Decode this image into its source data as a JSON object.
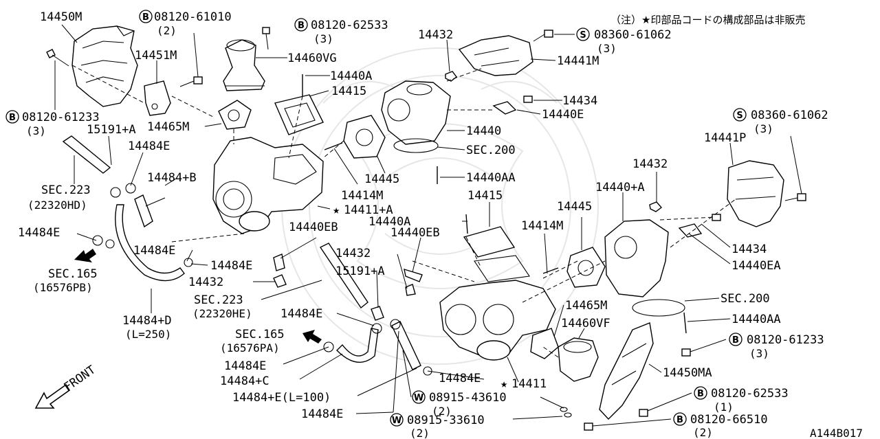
{
  "note": "（注）★印部品コードの構成部品は非販売",
  "diagram_code": "A144B017",
  "front_label": "FRONT",
  "labels": {
    "p14450M": "14450M",
    "p14451M": "14451M",
    "b08120_61010": "08120-61010",
    "b08120_61010_q": "(2)",
    "b08120_62533_top": "08120-62533",
    "b08120_62533_top_q": "(3)",
    "p14460VG": "14460VG",
    "p14440A_top": "14440A",
    "p14415_top": "14415",
    "p14432_top": "14432",
    "s08360_61062_top": "08360-61062",
    "s08360_61062_top_q": "(3)",
    "p14441M": "14441M",
    "p14434_top": "14434",
    "p14440E": "14440E",
    "b08120_61233_left": "08120-61233",
    "b08120_61233_left_q": "(3)",
    "p15191A_top": "15191+A",
    "p14465M_top": "14465M",
    "p14484E_a": "14484E",
    "p14440": "14440",
    "sec200_top": "SEC.200",
    "sec223_left": "SEC.223",
    "sec223_left_code": "(22320HD)",
    "p14484B": "14484+B",
    "p14445_top": "14445",
    "p14440AA_top": "14440AA",
    "p14414M_top": "14414M",
    "s08360_61062_right": "08360-61062",
    "s08360_61062_right_q": "(3)",
    "p14441P": "14441P",
    "p14432_right": "14432",
    "p14440A_plus": "14440+A",
    "p14411A": "14411+A",
    "p14415_mid": "14415",
    "p14445_right": "14445",
    "p14440A_mid": "14440A",
    "p14414M_mid": "14414M",
    "p14440EB_a": "14440EB",
    "p14440EB_b": "14440EB",
    "p14484E_left": "14484E",
    "p14484E_mid": "14484E",
    "sec165_left": "SEC.165",
    "sec165_left_code": "(16576PB)",
    "p14484E_b": "14484E",
    "p14432_mid": "14432",
    "p14432_low": "14432",
    "p14434_right": "14434",
    "p14440EA": "14440EA",
    "p15191A_mid": "15191+A",
    "sec223_mid": "SEC.223",
    "sec223_mid_code": "(22320HE)",
    "sec200_right": "SEC.200",
    "p14484D": "14484+D",
    "p14484D_len": "(L=250)",
    "p14484E_c": "14484E",
    "p14465M_low": "14465M",
    "p14460VF": "14460VF",
    "p14440AA_right": "14440AA",
    "sec165_mid": "SEC.165",
    "sec165_mid_code": "(16576PA)",
    "b08120_61233_right": "08120-61233",
    "b08120_61233_right_q": "(3)",
    "p14484E_d": "14484E",
    "p14450MA": "14450MA",
    "p14484C": "14484+C",
    "p14484E_e": "14484E",
    "p14411": "14411",
    "p14484EL": "14484+E(L=100)",
    "w08915_43610": "08915-43610",
    "w08915_43610_q": "(2)",
    "b08120_62533_low": "08120-62533",
    "b08120_62533_low_q": "(1)",
    "p14484E_f": "14484E",
    "w08915_33610": "08915-33610",
    "w08915_33610_q": "(2)",
    "b08120_66510": "08120-66510",
    "b08120_66510_q": "(2)"
  },
  "badges": {
    "bolt": "B",
    "screw": "S",
    "washer": "W",
    "star": "★"
  }
}
